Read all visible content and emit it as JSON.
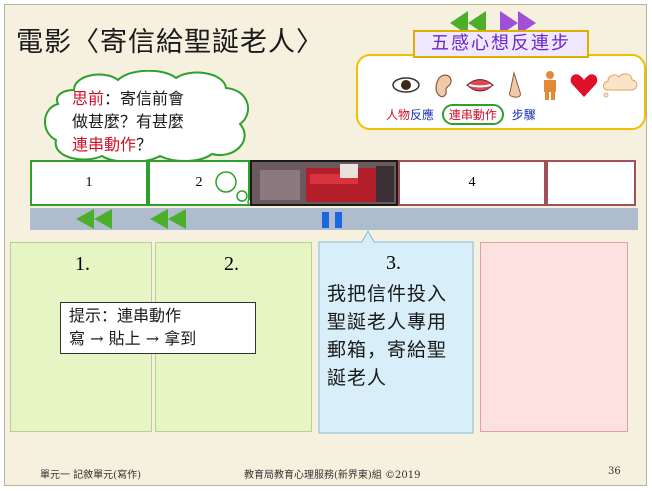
{
  "title": "電影〈寄信給聖誕老人〉",
  "senses": {
    "title": "五感心想反連步",
    "icons": [
      "eye-icon",
      "ear-icon",
      "mouth-icon",
      "nose-icon",
      "body-icon",
      "heart-icon",
      "thought-cloud-icon"
    ],
    "label_person": "人物",
    "label_reaction": "反應",
    "label_action": "連串動作",
    "label_steps": "步驟"
  },
  "cloud": {
    "prefix": "思前",
    "line1_rest": "：寄信前會",
    "line2": "做甚麼？有甚麼",
    "line3_red": "連串動作",
    "line3_rest": "？"
  },
  "filmstrip": {
    "cell1": "1",
    "cell2": "2",
    "cell4": "4"
  },
  "panels": {
    "p1_num": "1.",
    "p2_num": "2.",
    "p3_num": "3.",
    "p3_text": "我把信件投入聖誕老人專用郵箱，寄給聖誕老人"
  },
  "hint": {
    "line1": "提示：連串動作",
    "line2_a": "寫",
    "line2_b": "貼上",
    "line2_c": "拿到",
    "arrow": "→"
  },
  "footer": {
    "left": "單元一 記敘單元(寫作)",
    "center": "教育局教育心理服務(新界東)組 ©2019",
    "page": "36"
  },
  "colors": {
    "green_panel": "#e6f5c4",
    "blue_panel": "#d8eef9",
    "pink_panel": "#fde1e1",
    "bar": "#aebccd",
    "arrow_green": "#4caf2a",
    "arrow_purple": "#a050d8"
  }
}
